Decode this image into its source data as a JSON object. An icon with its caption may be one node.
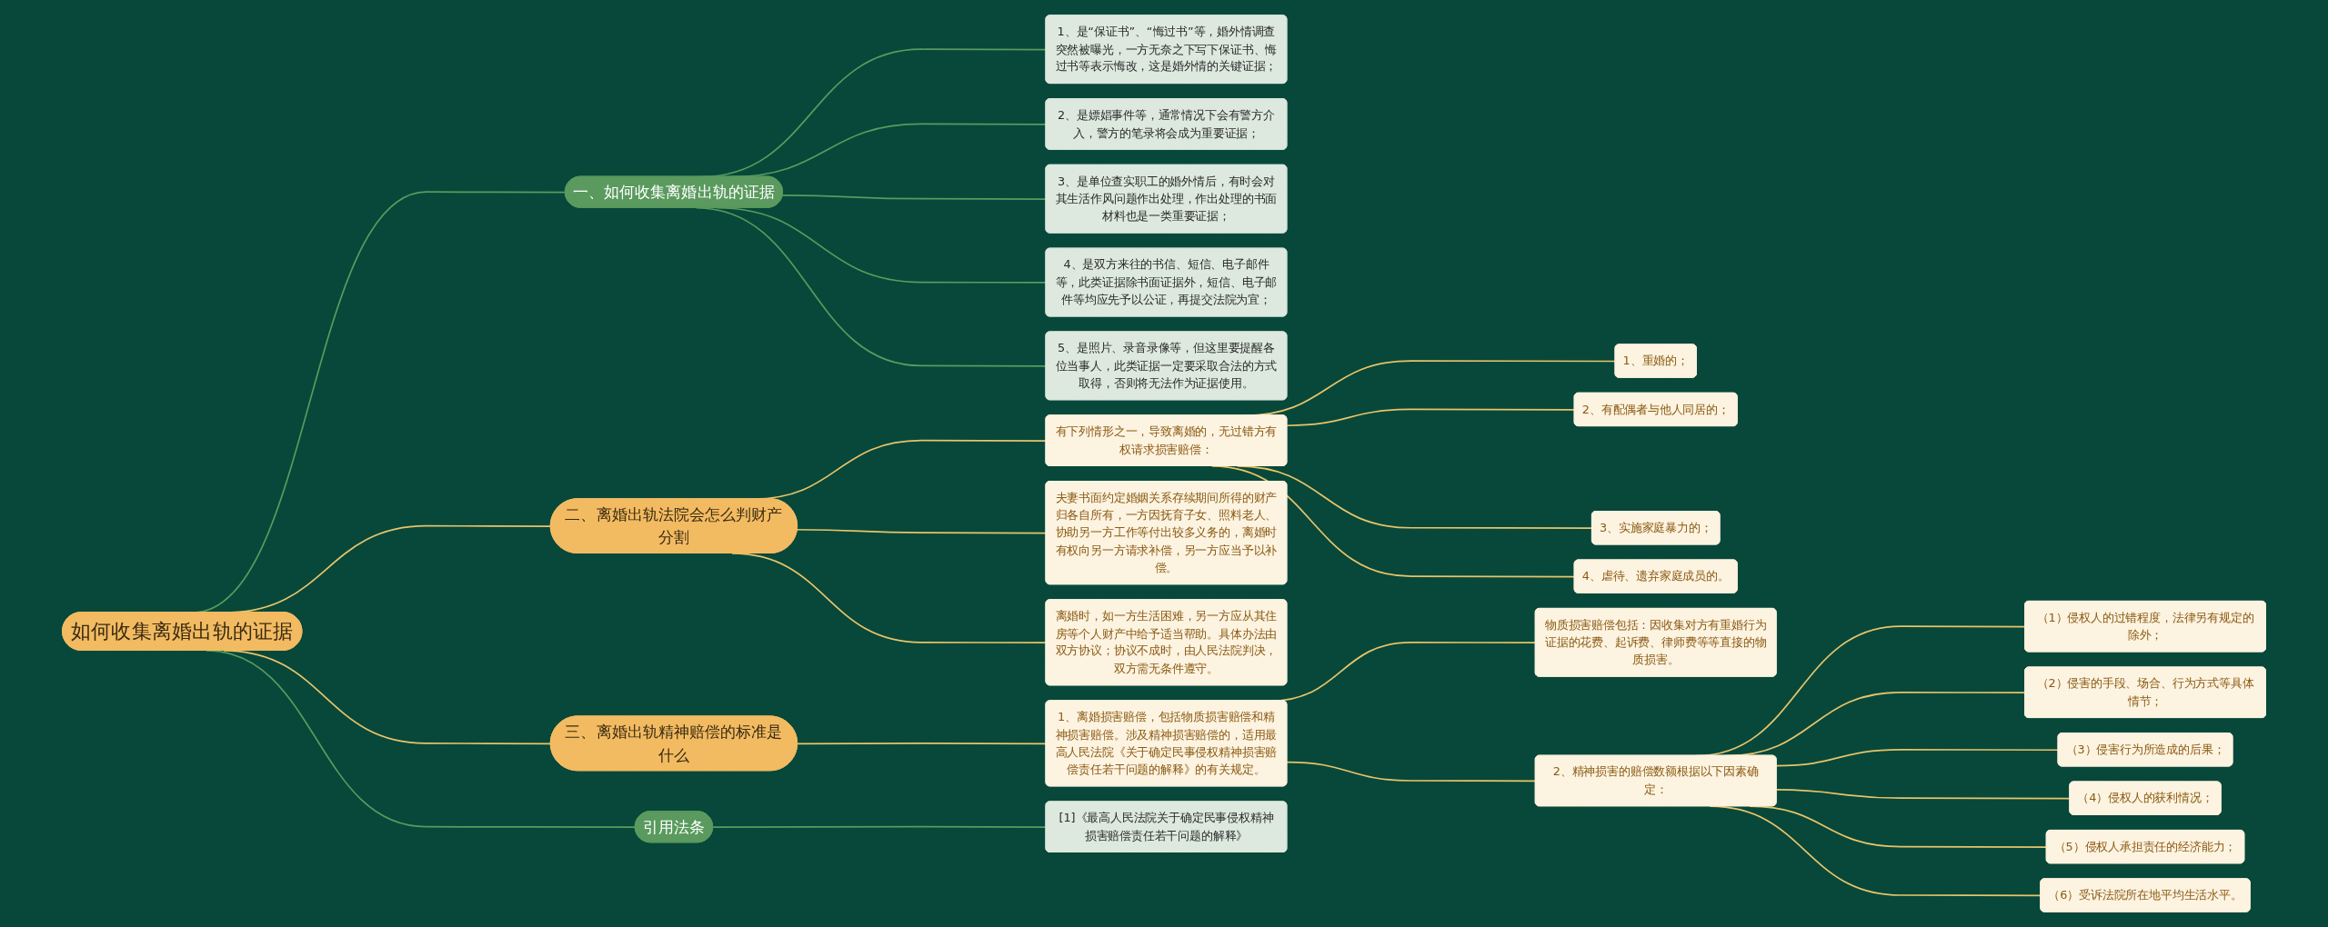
{
  "diagram": {
    "nodes": [
      {
        "text": [
          "如何收集离婚出轨的证据"
        ]
      },
      {
        "text": [
          "一、如何收集离婚出轨的证据"
        ]
      },
      {
        "text": [
          "1、是“保证书”、“悔过书”等，婚外情调查突然被曝光，一方无奈之下写下保证书、悔过书等表示悔改，这是婚外情的关键证据；"
        ]
      },
      {
        "text": [
          "2、是嫖娼事件等，通常情况下会有警方介入，警方的笔录将会成为重要证据；"
        ]
      },
      {
        "text": [
          "3、是单位查实职工的婚外情后，有时会对其生活作风问题作出处理，作出处理的书面材料也是一类重要证据；"
        ]
      },
      {
        "text": [
          "4、是双方来往的书信、短信、电子邮件等，此类证据除书面证据外，短信、电子邮件等均应先予以公证，再提交法院为宜；"
        ]
      },
      {
        "text": [
          "5、是照片、录音录像等，但这里要提醒各位当事人，此类证据一定要采取合法的方式取得，否则将无法作为证据使用。"
        ]
      },
      {
        "text": [
          "二、离婚出轨法院会怎么判财产分割"
        ]
      },
      {
        "text": [
          "有下列情形之一，导致离婚的，无过错方有权请求损害赔偿："
        ]
      },
      {
        "text": [
          "1、重婚的；"
        ]
      },
      {
        "text": [
          "2、有配偶者与他人同居的；"
        ]
      },
      {
        "text": [
          "3、实施家庭暴力的；"
        ]
      },
      {
        "text": [
          "4、虐待、遗弃家庭成员的。"
        ]
      },
      {
        "text": [
          "夫妻书面约定婚姻关系存续期间所得的财产归各自所有，一方因抚育子女、照料老人、协助另一方工作等付出较多义务的，离婚时有权向另一方请求补偿，另一方应当予以补偿。"
        ]
      },
      {
        "text": [
          "离婚时，如一方生活困难，另一方应从其住房等个人财产中给予适当帮助。具体办法由双方协议；协议不成时，由人民法院判决，双方需无条件遵守。"
        ]
      },
      {
        "text": [
          "三、离婚出轨精神赔偿的标准是什么"
        ]
      },
      {
        "text": [
          "1、离婚损害赔偿，包括物质损害赔偿和精神损害赔偿。涉及精神损害赔偿的，适用最高人民法院《关于确定民事侵权精神损害赔偿责任若干问题的解释》的有关规定。"
        ]
      },
      {
        "text": [
          "物质损害赔偿包括：因收集对方有重婚行为证据的花费、起诉费、律师费等等直接的物质损害。"
        ]
      },
      {
        "text": [
          "2、精神损害的赔偿数额根据以下因素确定："
        ]
      },
      {
        "text": [
          "（1）侵权人的过错程度，法律另有规定的除外；"
        ]
      },
      {
        "text": [
          "（2）侵害的手段、场合、行为方式等具体情节；"
        ]
      },
      {
        "text": [
          "（3）侵害行为所造成的后果；"
        ]
      },
      {
        "text": [
          "（4）侵权人的获利情况；"
        ]
      },
      {
        "text": [
          "（5）侵权人承担责任的经济能力；"
        ]
      },
      {
        "text": [
          "（6）受诉法院所在地平均生活水平。"
        ]
      },
      {
        "text": [
          "引用法条"
        ]
      },
      {
        "text": [
          "[1]《最高人民法院关于确定民事侵权精神损害赔偿责任若干问题的解释》"
        ]
      }
    ],
    "edges": [
      {
        "from": 0,
        "to": 1,
        "arrow": "none",
        "color": "#5a9a5e"
      },
      {
        "from": 1,
        "to": 2,
        "arrow": "none",
        "color": "#5a9a5e"
      },
      {
        "from": 1,
        "to": 3,
        "arrow": "none",
        "color": "#5a9a5e"
      },
      {
        "from": 1,
        "to": 4,
        "arrow": "none",
        "color": "#5a9a5e"
      },
      {
        "from": 1,
        "to": 5,
        "arrow": "none",
        "color": "#5a9a5e"
      },
      {
        "from": 1,
        "to": 6,
        "arrow": "none",
        "color": "#5a9a5e"
      },
      {
        "from": 0,
        "to": 7,
        "arrow": "none"
      },
      {
        "from": 7,
        "to": 8,
        "arrow": "none"
      },
      {
        "from": 8,
        "to": 9,
        "arrow": "none"
      },
      {
        "from": 8,
        "to": 10,
        "arrow": "none"
      },
      {
        "from": 8,
        "to": 11,
        "arrow": "none"
      },
      {
        "from": 8,
        "to": 12,
        "arrow": "none"
      },
      {
        "from": 7,
        "to": 13,
        "arrow": "none"
      },
      {
        "from": 7,
        "to": 14,
        "arrow": "none"
      },
      {
        "from": 0,
        "to": 15,
        "arrow": "none"
      },
      {
        "from": 15,
        "to": 16,
        "arrow": "none"
      },
      {
        "from": 16,
        "to": 17,
        "arrow": "none"
      },
      {
        "from": 16,
        "to": 18,
        "arrow": "none"
      },
      {
        "from": 18,
        "to": 19,
        "arrow": "none"
      },
      {
        "from": 18,
        "to": 20,
        "arrow": "none"
      },
      {
        "from": 18,
        "to": 21,
        "arrow": "none"
      },
      {
        "from": 18,
        "to": 22,
        "arrow": "none"
      },
      {
        "from": 18,
        "to": 23,
        "arrow": "none"
      },
      {
        "from": 18,
        "to": 24,
        "arrow": "none"
      },
      {
        "from": 0,
        "to": 25,
        "arrow": "none",
        "color": "#5a9a5e"
      },
      {
        "from": 25,
        "to": 26,
        "arrow": "none",
        "color": "#5a9a5e"
      }
    ]
  }
}
